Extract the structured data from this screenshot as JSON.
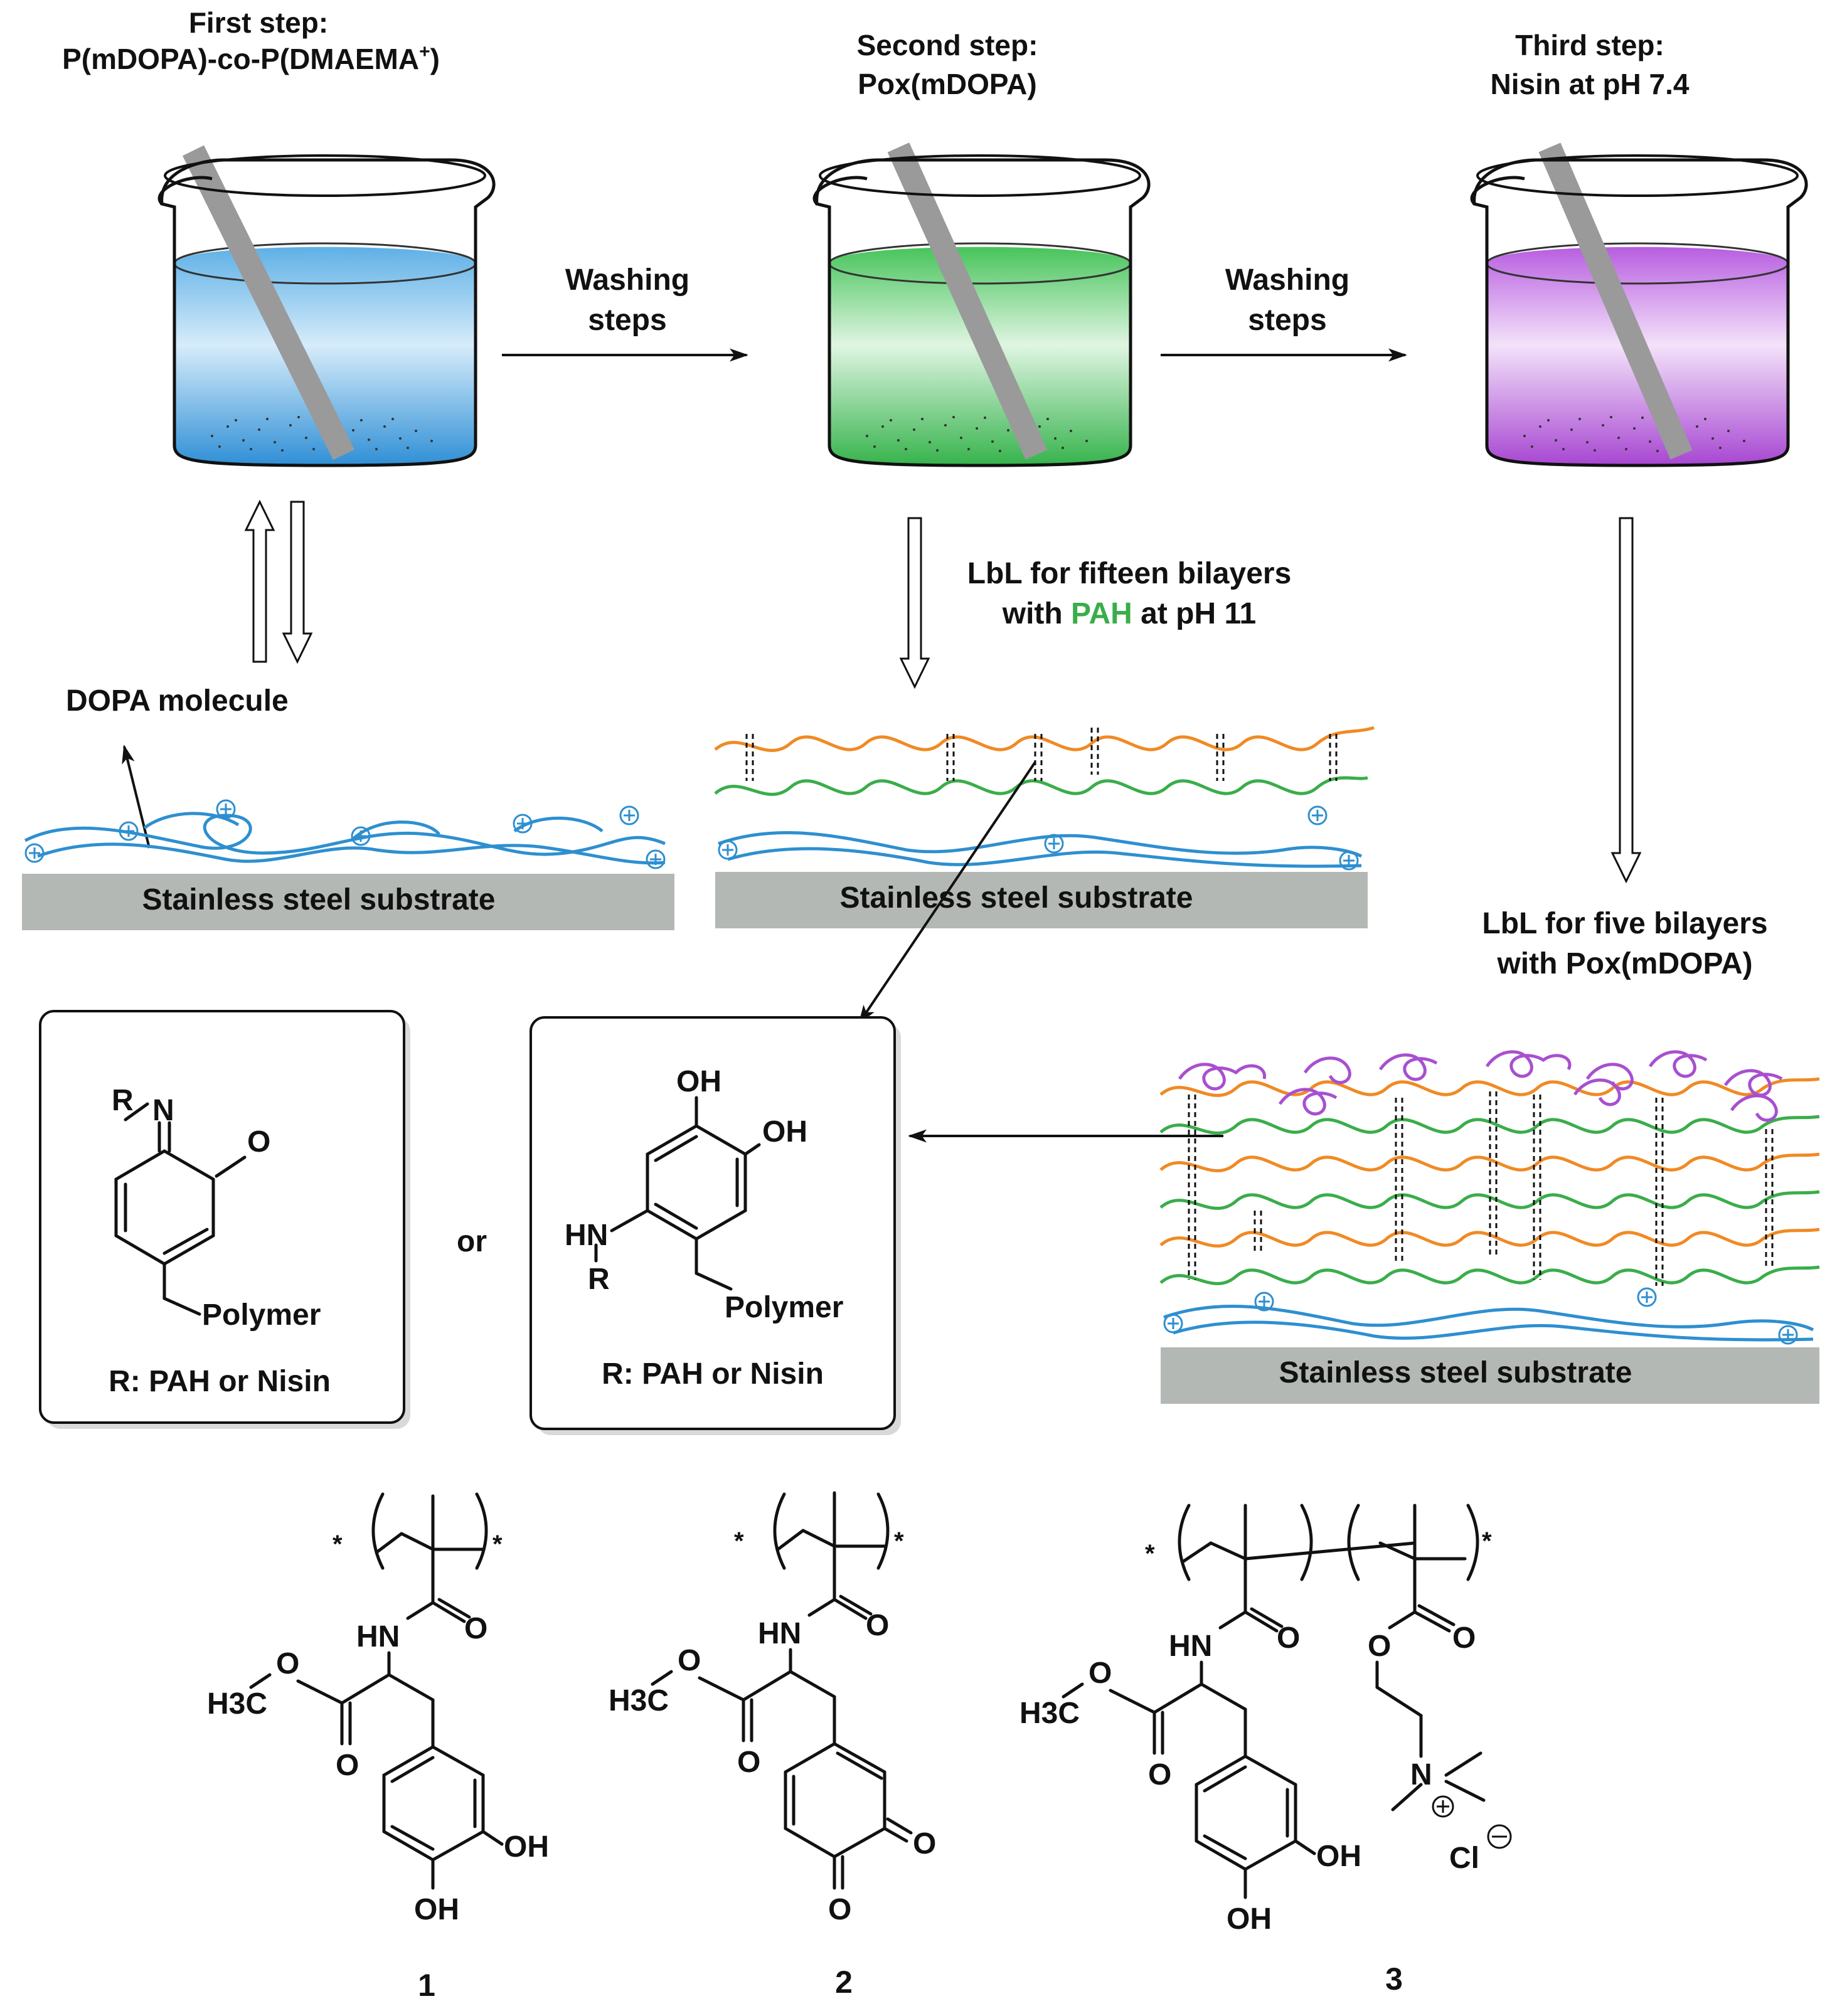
{
  "steps": {
    "first": {
      "heading": "First step:",
      "reagent_main": "P(mDOPA)-co-P(DMAEMA",
      "reagent_sup": "+",
      "reagent_close": ")"
    },
    "second": {
      "heading": "Second step:",
      "reagent": "Pox(mDOPA)"
    },
    "third": {
      "heading": "Third step:",
      "reagent": "Nisin at pH 7.4"
    }
  },
  "washing": {
    "line1": "Washing",
    "line2": "steps"
  },
  "lbl_fifteen": {
    "prefix": "LbL for fifteen bilayers",
    "line2_pre": "with ",
    "line2_pah": "PAH",
    "line2_post": " at pH 11"
  },
  "lbl_five": {
    "line1": "LbL for five bilayers",
    "line2": "with Pox(mDOPA)"
  },
  "dopa_label": "DOPA molecule",
  "substrate": "Stainless steel substrate",
  "or_text": "or",
  "box_left": {
    "r": "R",
    "n": "N",
    "o": "O",
    "polymer": "Polymer",
    "caption": "R: PAH or Nisin"
  },
  "box_right": {
    "oh1": "OH",
    "oh2": "OH",
    "hn": "HN",
    "r": "R",
    "polymer": "Polymer",
    "caption": "R: PAH or Nisin"
  },
  "compounds": {
    "labels": [
      "1",
      "2",
      "3"
    ],
    "atoms": {
      "hn": "HN",
      "o": "O",
      "h3c": "H3C",
      "oh": "OH",
      "n": "N",
      "cl": "Cl",
      "star": "*"
    }
  },
  "colors": {
    "blue_solution": "#4a9fd8",
    "green_solution": "#3fbf55",
    "purple_solution": "#b24fd6",
    "substrate": "#b3b8b4",
    "rod": "#9a9a9a",
    "blue_polymer": "#2e8fd0",
    "green_polymer": "#3aad4a",
    "orange_polymer": "#f08a24",
    "purple_polymer": "#a84fd0",
    "pah_text": "#3aad4a"
  }
}
